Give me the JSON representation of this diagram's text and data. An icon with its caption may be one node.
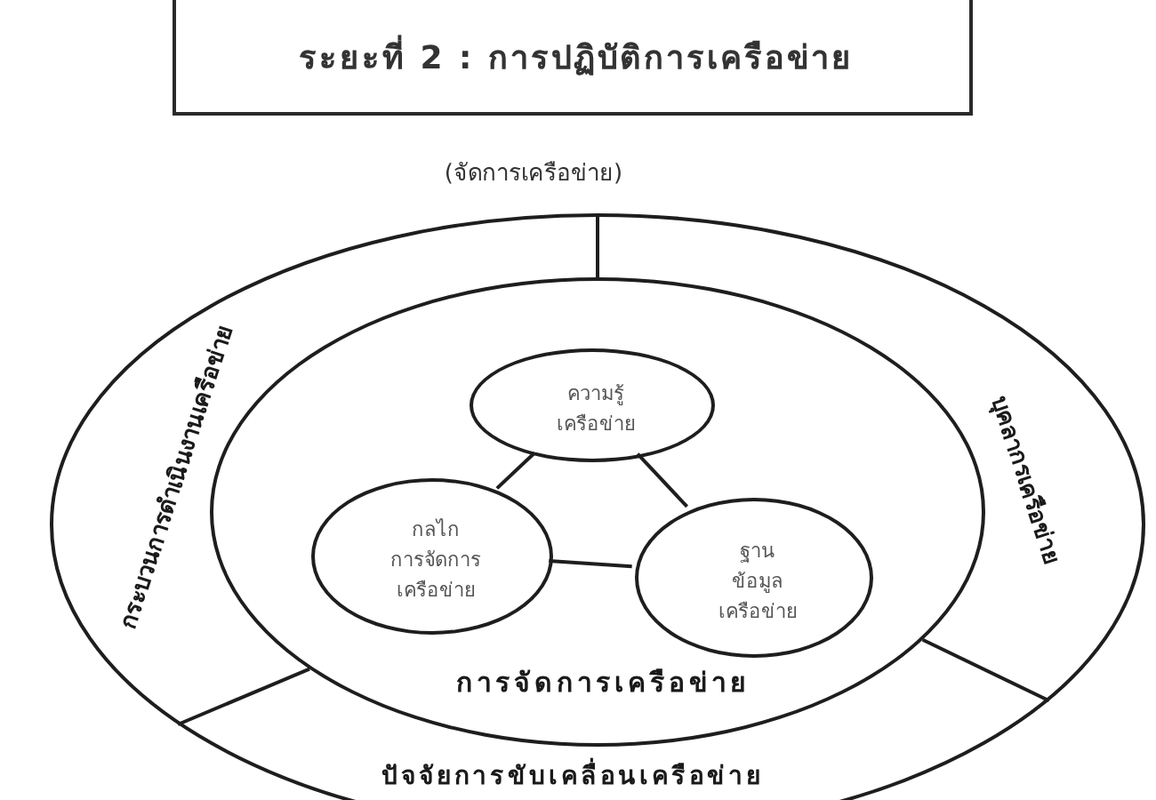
{
  "diagram": {
    "nodes": [
      {
        "text": [
          "ระยะที่ 2 : การปฏิบัติการเครือข่าย"
        ]
      },
      {
        "text": [
          "กระบวนการดำเนินงานเครือข่าย",
          "บุคลากรเครือข่าย",
          "ปัจจัยการขับเคลื่อนเครือข่าย"
        ]
      },
      {
        "text": [
          "การจัดการเครือข่าย"
        ],
        "in": 1
      },
      {
        "text": [
          "ความรู้เครือข่าย"
        ],
        "in": 2
      },
      {
        "text": [
          "กลไกการจัดการเครือข่าย"
        ],
        "in": 2
      },
      {
        "text": [
          "ฐานข้อมูลเครือข่าย"
        ],
        "in": 2
      }
    ],
    "edges": [
      {
        "from": 3,
        "to": 4,
        "arrow": "none"
      },
      {
        "from": 3,
        "to": 5,
        "arrow": "none"
      },
      {
        "from": 4,
        "to": 5,
        "arrow": "none"
      }
    ],
    "labels": [
      "(จัดการเครือข่าย)"
    ]
  }
}
